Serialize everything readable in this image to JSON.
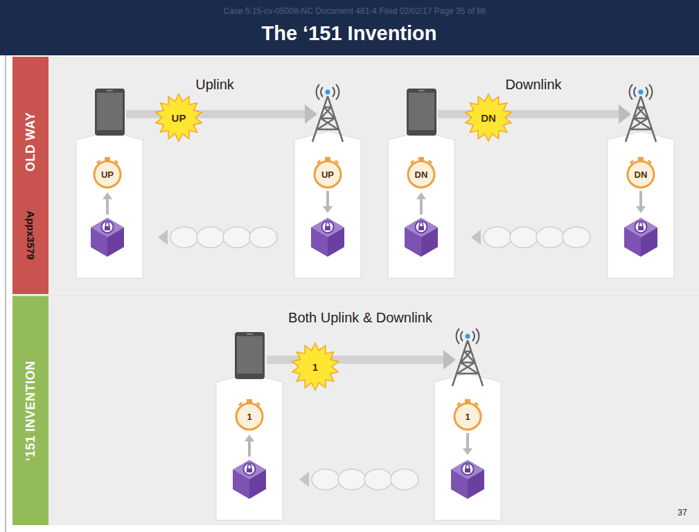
{
  "diagram": {
    "title": "The ‘151 Invention",
    "nodes": [
      {
        "text": [
          "OLD WAY"
        ]
      },
      {
        "text": [
          "‘151 INVENTION"
        ]
      },
      {
        "text": [
          "UP"
        ]
      },
      {
        "text": [
          "UP"
        ]
      },
      {
        "text": [
          "UP"
        ]
      },
      {
        "text": [
          "DN"
        ]
      },
      {
        "text": [
          "DN"
        ]
      },
      {
        "text": [
          "DN"
        ]
      },
      {
        "text": [
          "1"
        ]
      },
      {
        "text": [
          "1"
        ]
      },
      {
        "text": [
          "1"
        ]
      }
    ],
    "labels": [
      "Case 5:15-cv-05008-NC   Document 481-4   Filed 02/02/17   Page 35 of 86",
      "Appx3579",
      "Uplink",
      "Downlink",
      "Both Uplink & Downlink",
      "37"
    ]
  }
}
